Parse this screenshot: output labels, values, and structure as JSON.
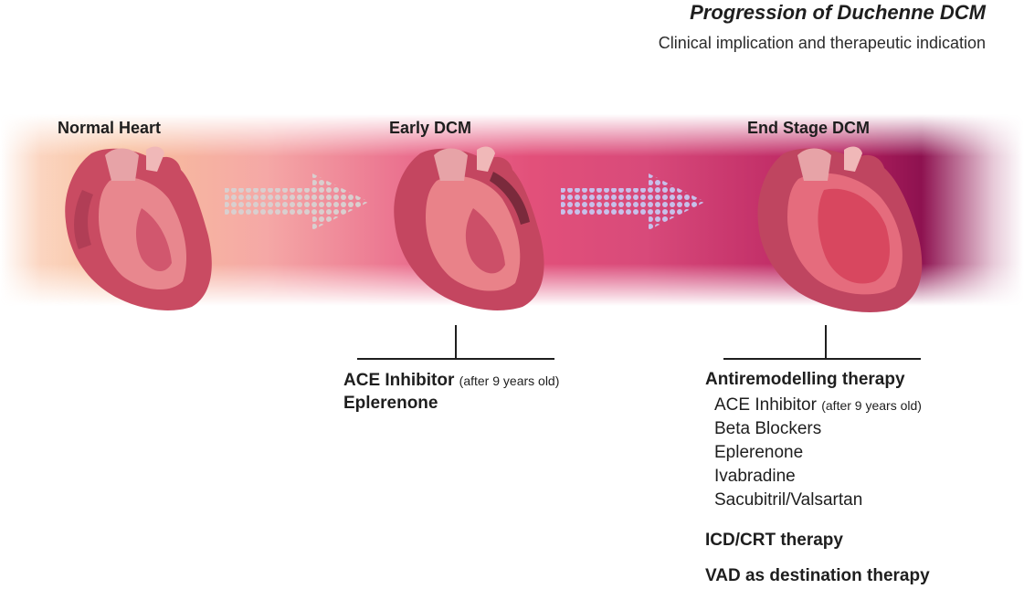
{
  "header": {
    "title": "Progression of Duchenne DCM",
    "subtitle": "Clinical implication and therapeutic indication"
  },
  "stages": [
    {
      "label": "Normal Heart"
    },
    {
      "label": "Early DCM"
    },
    {
      "label": "End Stage DCM"
    }
  ],
  "early_therapy": {
    "line1_main": "ACE Inhibitor",
    "line1_note": "(after 9 years old)",
    "line2": "Eplerenone"
  },
  "end_therapy": {
    "heading": "Antiremodelling therapy",
    "items": [
      {
        "main": "ACE Inhibitor",
        "note": "(after 9 years old)"
      },
      {
        "main": "Beta Blockers",
        "note": ""
      },
      {
        "main": "Eplerenone",
        "note": ""
      },
      {
        "main": "Ivabradine",
        "note": ""
      },
      {
        "main": "Sacubitril/Valsartan",
        "note": ""
      }
    ],
    "icd": "ICD/CRT therapy",
    "vad": "VAD as destination therapy"
  },
  "colors": {
    "band_start": "#f8bf9c",
    "band_mid": "#e2507a",
    "band_end": "#8e1250",
    "heart_wall": "#c94b62",
    "heart_inner": "#e8878e",
    "arrow_dot_1": "#d4c8c8",
    "arrow_dot_2": "#b9b4e0"
  },
  "icons": [
    "normal-heart",
    "early-dcm-heart",
    "end-stage-dcm-heart",
    "progression-arrow"
  ]
}
